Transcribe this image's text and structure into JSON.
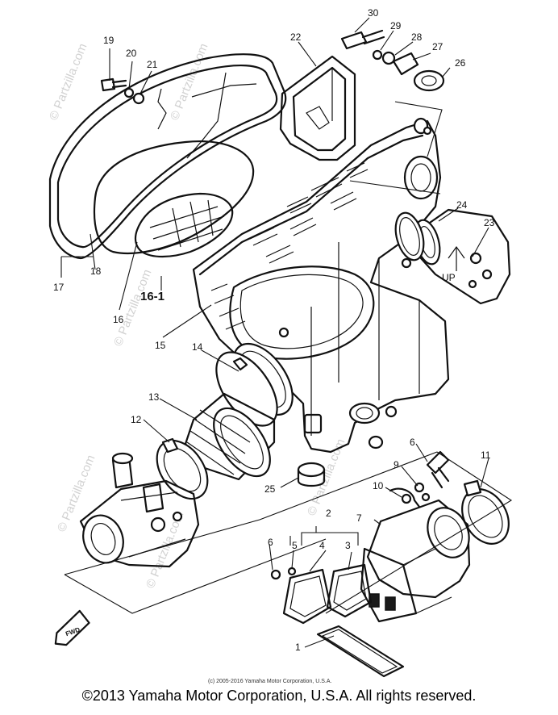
{
  "callouts": {
    "c1": "1",
    "c2": "2",
    "c3": "3",
    "c4": "4",
    "c5": "5",
    "c6a": "6",
    "c6b": "6",
    "c7": "7",
    "c9": "9",
    "c10": "10",
    "c11": "11",
    "c12": "12",
    "c13": "13",
    "c14": "14",
    "c15": "15",
    "c16": "16",
    "c16_1": "16-1",
    "c17": "17",
    "c18": "18",
    "c19": "19",
    "c20": "20",
    "c21": "21",
    "c22": "22",
    "c23": "23",
    "c24": "24",
    "c25": "25",
    "c26": "26",
    "c27": "27",
    "c28": "28",
    "c29": "29",
    "c30": "30"
  },
  "labels": {
    "fwd": "FWD",
    "up": "UP"
  },
  "watermark": "© Partzilla.com",
  "small_copyright": "(c) 2005-2016 Yamaha Motor Corporation, U.S.A.",
  "footer": "©2013 Yamaha Motor Corporation, U.S.A. All rights reserved."
}
